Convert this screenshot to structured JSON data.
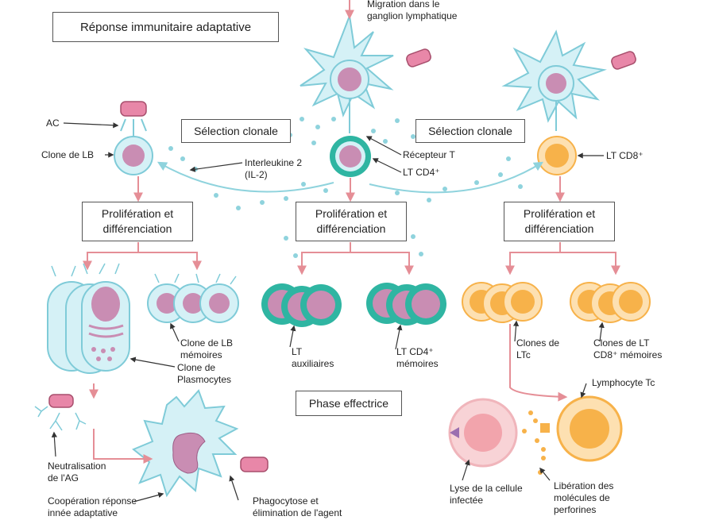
{
  "title": "Réponse immunitaire adaptative",
  "boxes": {
    "selection_left": "Sélection clonale",
    "selection_right": "Sélection clonale",
    "prolif_left": [
      "Prolifération et",
      "différenciation"
    ],
    "prolif_mid": [
      "Prolifération et",
      "différenciation"
    ],
    "prolif_right": [
      "Prolifération et",
      "différenciation"
    ],
    "phase": "Phase effectrice"
  },
  "labels": {
    "migration": [
      "Migration dans le",
      "ganglion lymphatique"
    ],
    "ac": "AC",
    "clone_lb": "Clone de LB",
    "interleukine": [
      "Interleukine 2",
      "(IL-2)"
    ],
    "recepteur_t": "Récepteur T",
    "lt_cd4": "LT CD4⁺",
    "lt_cd8": "LT CD8⁺",
    "clone_lb_memoires": [
      "Clone de LB",
      "mémoires"
    ],
    "clone_plasmocytes": [
      "Clone de",
      "Plasmocytes"
    ],
    "lt_auxiliaires": [
      "LT",
      "auxiliaires"
    ],
    "lt_cd4_memoires": [
      "LT CD4⁺",
      "mémoires"
    ],
    "clones_ltc": [
      "Clones de",
      "LTc"
    ],
    "clones_lt_cd8": [
      "Clones de LT",
      "CD8⁺ mémoires"
    ],
    "lymphocyte_tc": "Lymphocyte Tc",
    "neutralisation": [
      "Neutralisation",
      "de l'AG"
    ],
    "cooperation": [
      "Coopération réponse",
      "innée adaptative"
    ],
    "phagocytose": [
      "Phagocytose et",
      "élimination de l'agent"
    ],
    "lyse": [
      "Lyse de la cellule",
      "infectée"
    ],
    "liberation": [
      "Libération des",
      "molécules de",
      "perforines"
    ]
  },
  "colors": {
    "bcell": "#d5f1f6",
    "bcell_stroke": "#7fcbd8",
    "nucleus": "#b5739f",
    "nucleus_light": "#c98db3",
    "th": "#2fb5a2",
    "tc": "#f7b24a",
    "tc_light": "#fde0b1",
    "antigen": "#e887a8",
    "arrow": "#e58e96",
    "dot": "#8fd3dd",
    "infected": "#f8d3d6"
  }
}
